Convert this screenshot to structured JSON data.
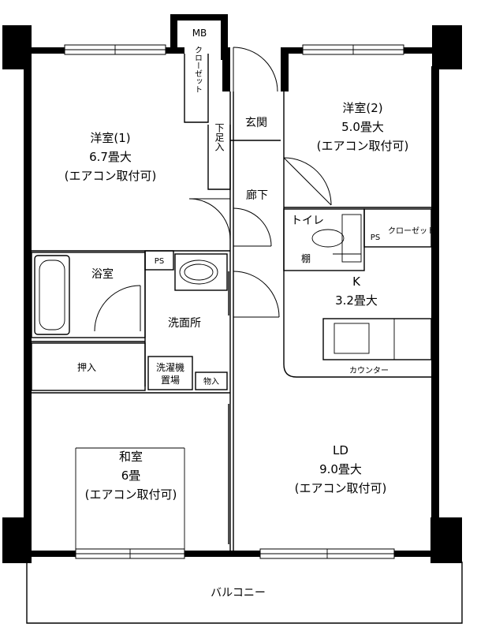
{
  "labels": {
    "mb": "MB",
    "closet_vertical": "クローゼット",
    "genkan": "玄関",
    "geta": "下足入",
    "room1_name": "洋室(1)",
    "room1_size": "6.7畳大",
    "room1_ac": "(エアコン取付可)",
    "room2_name": "洋室(2)",
    "room2_size": "5.0畳大",
    "room2_ac": "(エアコン取付可)",
    "hallway": "廊下",
    "toilet": "トイレ",
    "shelf": "棚",
    "ps": "PS",
    "closet": "クローゼット",
    "bath": "浴室",
    "washroom": "洗面所",
    "kitchen": "K",
    "kitchen_size": "3.2畳大",
    "oshiire": "押入",
    "laundry_line1": "洗濯機",
    "laundry_line2": "置場",
    "storage": "物入",
    "counter": "カウンター",
    "washitsu": "和室",
    "washitsu_size": "6畳",
    "washitsu_ac": "(エアコン取付可)",
    "ld": "LD",
    "ld_size": "9.0畳大",
    "ld_ac": "(エアコン取付可)",
    "balcony": "バルコニー"
  }
}
